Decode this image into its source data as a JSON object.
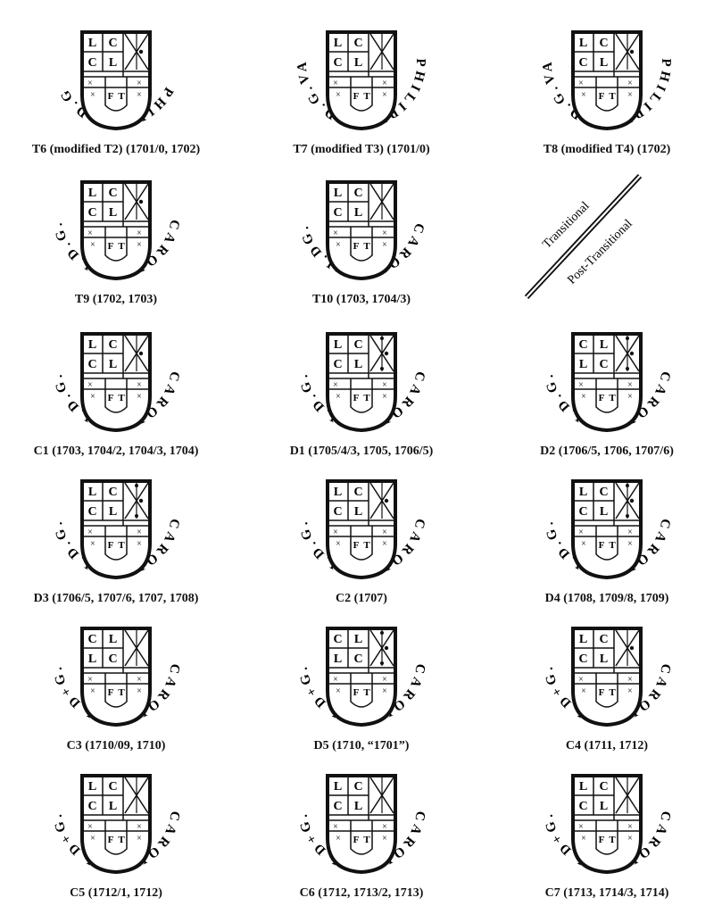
{
  "shields": [
    {
      "caption": "T6 (modified T2) (1701/0, 1702)",
      "legend": "PHILIP.V.D.G",
      "grid": [
        "L",
        "C",
        "C",
        "L"
      ],
      "dots": 1
    },
    {
      "caption": "T7 (modified T3) (1701/0)",
      "legend": "PHILIPVS.V.D.G.VA",
      "grid": [
        "L",
        "C",
        "C",
        "L"
      ],
      "dots": 0
    },
    {
      "caption": "T8 (modified T4) (1702)",
      "legend": "PHILIPVS.V.D.G.VA",
      "grid": [
        "L",
        "C",
        "C",
        "L"
      ],
      "dots": 1
    },
    {
      "caption": "T9 (1702, 1703)",
      "legend": "CAROLVS.II.D.G.",
      "grid": [
        "L",
        "C",
        "C",
        "L"
      ],
      "dots": 1
    },
    {
      "caption": "T10 (1703, 1704/3)",
      "legend": "CAROLVS.II.DG.",
      "grid": [
        "L",
        "C",
        "C",
        "L"
      ],
      "dots": 0
    },
    {
      "caption": "C1 (1703, 1704/2, 1704/3, 1704)",
      "legend": "CAROLVS.II.D.G.",
      "grid": [
        "L",
        "C",
        "C",
        "L"
      ],
      "dots": 1
    },
    {
      "caption": "D1 (1705/4/3, 1705, 1706/5)",
      "legend": "CAROLVS.II.D.G.",
      "grid": [
        "L",
        "C",
        "C",
        "L"
      ],
      "dots": 2
    },
    {
      "caption": "D2 (1706/5, 1706, 1707/6)",
      "legend": "CAROLVS.II.D.G.",
      "grid": [
        "C",
        "L",
        "L",
        "C"
      ],
      "dots": 2
    },
    {
      "caption": "D3 (1706/5, 1707/6, 1707, 1708)",
      "legend": "CAROLVS.II.D.G.",
      "grid": [
        "L",
        "C",
        "C",
        "L"
      ],
      "dots": 2
    },
    {
      "caption": "C2 (1707)",
      "legend": "CAROLVS.II.D.G.",
      "grid": [
        "L",
        "C",
        "C",
        "L"
      ],
      "dots": 1
    },
    {
      "caption": "D4 (1708, 1709/8, 1709)",
      "legend": "CAROLVS.II.D.G.",
      "grid": [
        "L",
        "C",
        "C",
        "L"
      ],
      "dots": 2
    },
    {
      "caption": "C3 (1710/09, 1710)",
      "legend": "CAROLVS.II.D+G.",
      "grid": [
        "C",
        "L",
        "L",
        "C"
      ],
      "dots": 0
    },
    {
      "caption": "D5 (1710, “1701”)",
      "legend": "CAROLVS.II.D+G.",
      "grid": [
        "C",
        "L",
        "L",
        "C"
      ],
      "dots": 2
    },
    {
      "caption": "C4 (1711, 1712)",
      "legend": "CAROLVS.II.D+G.",
      "grid": [
        "L",
        "C",
        "C",
        "L"
      ],
      "dots": 1
    },
    {
      "caption": "C5 (1712/1, 1712)",
      "legend": "CAROLVS.II.D+G.",
      "grid": [
        "L",
        "C",
        "C",
        "L"
      ],
      "dots": 0
    },
    {
      "caption": "C6 (1712, 1713/2, 1713)",
      "legend": "CAROLVS.II.D+G.",
      "grid": [
        "L",
        "C",
        "C",
        "L"
      ],
      "dots": 0
    },
    {
      "caption": "C7 (1713, 1714/3, 1714)",
      "legend": "CAROLVS.II.D+G.",
      "grid": [
        "L",
        "C",
        "C",
        "L"
      ],
      "dots": 0
    }
  ],
  "shield_base": {
    "left": "F",
    "right": "T",
    "mark": "×"
  },
  "transition": {
    "upper": "Transitional",
    "lower": "Post-Transitional"
  }
}
